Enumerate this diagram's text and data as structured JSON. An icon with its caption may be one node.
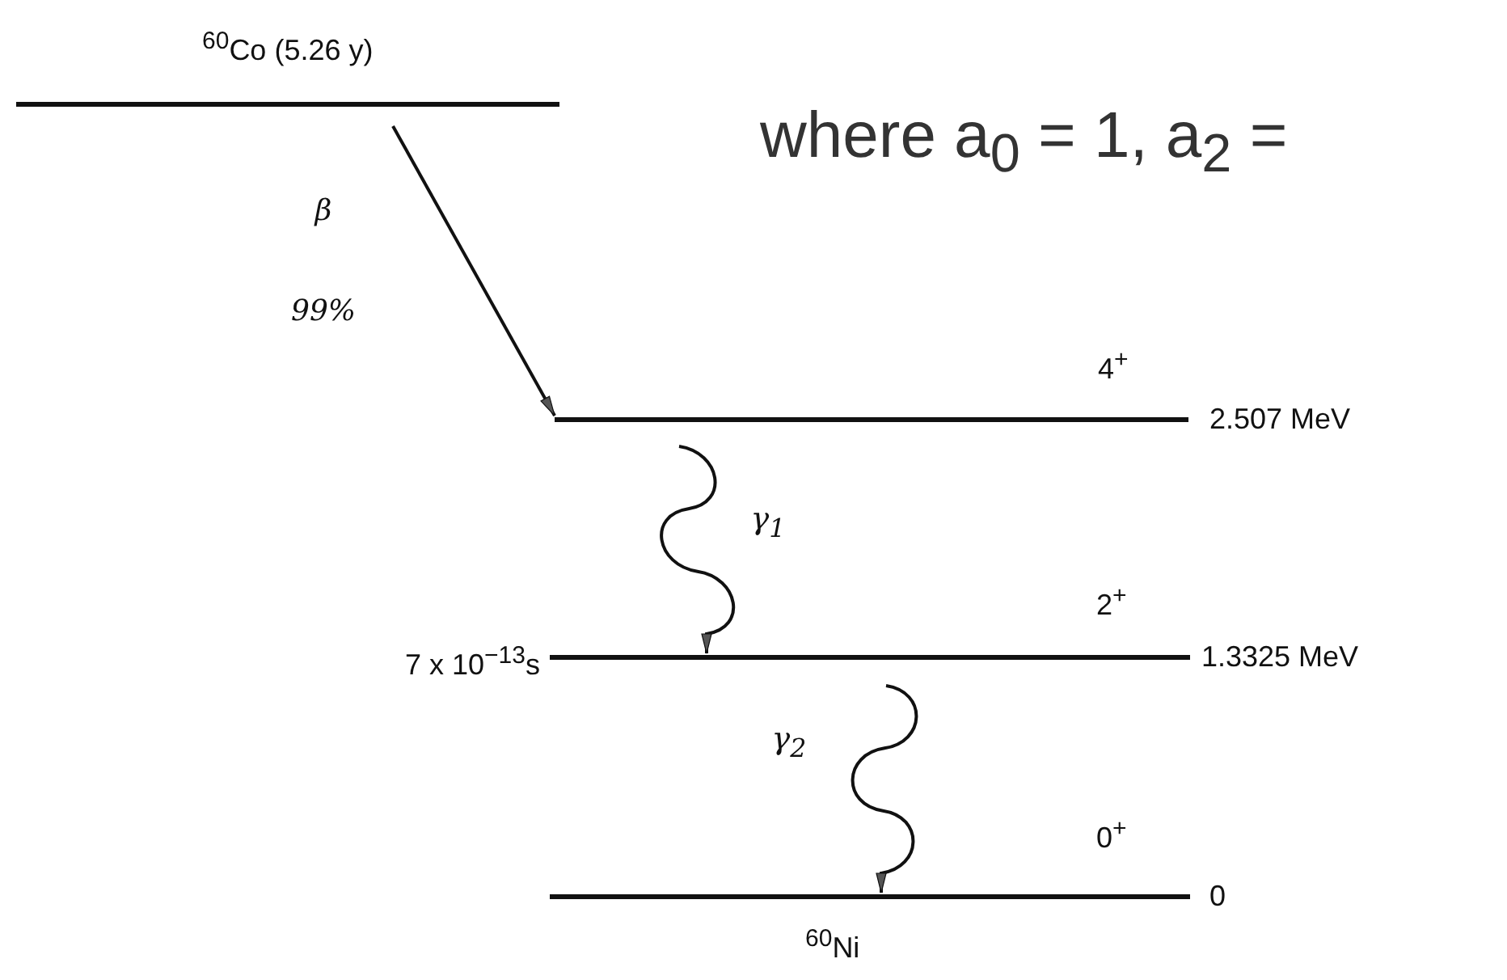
{
  "diagram": {
    "nodes": [
      {
        "text": [
          "$^{60}$Co (5.26 y)"
        ]
      },
      {
        "text": [
          "4$^{+}$",
          "2.507 MeV"
        ]
      },
      {
        "text": [
          "2$^{+}$",
          "1.3325 MeV"
        ],
        "beside": [
          "7 x 10$^{−13}$s"
        ]
      },
      {
        "text": [
          "0$^{+}$",
          "0",
          "$^{60}$Ni"
        ]
      }
    ],
    "edges": [
      {
        "from": 0,
        "to": 1,
        "arrow": "to",
        "label": "β 99%"
      },
      {
        "from": 1,
        "to": 2,
        "arrow": "to",
        "label": "γ$_{1}$"
      },
      {
        "from": 2,
        "to": 3,
        "arrow": "to",
        "label": "γ$_{2}$"
      }
    ],
    "labels": [
      "where a$_{0}$ = 1, a$_{2}$ ="
    ]
  }
}
